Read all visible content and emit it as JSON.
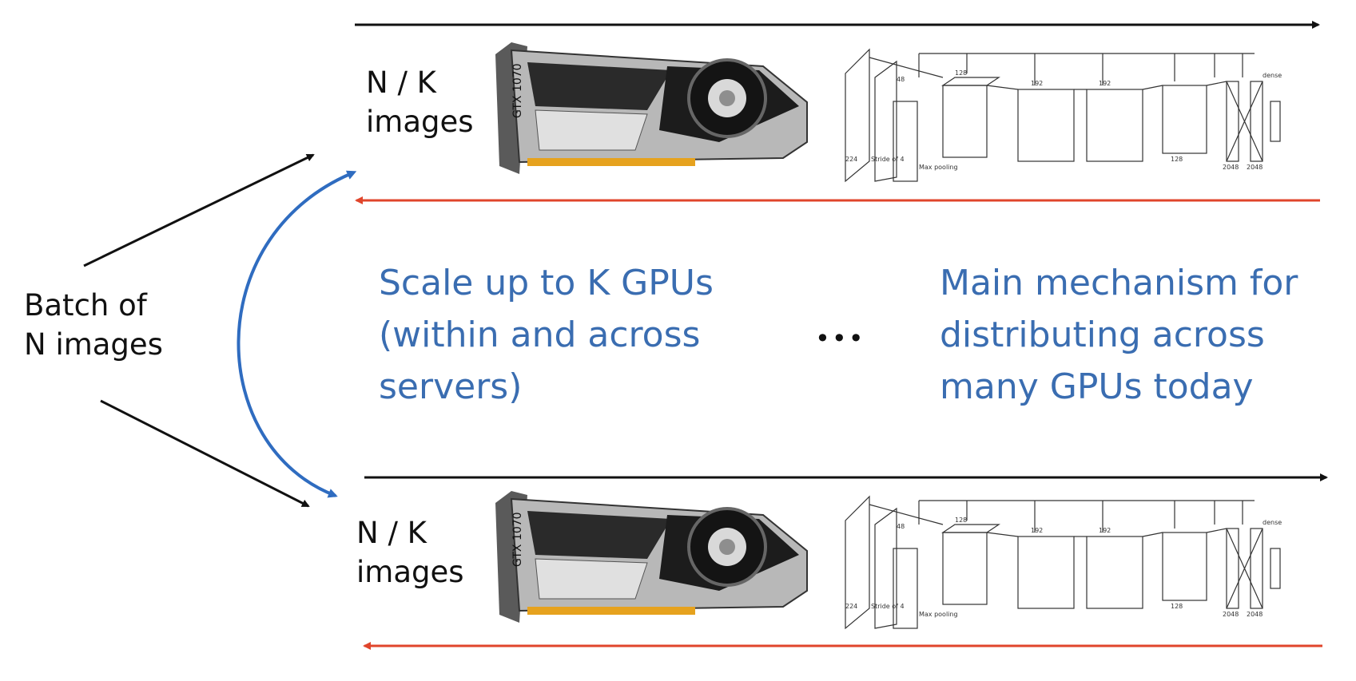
{
  "batch_label": [
    "Batch of",
    "N images"
  ],
  "rows": [
    {
      "label": [
        "N / K",
        "images"
      ],
      "gpu_badge": "GTX 1070"
    },
    {
      "label": [
        "N / K",
        "images"
      ],
      "gpu_badge": "GTX 1070"
    }
  ],
  "scale_text": [
    "Scale up to K GPUs",
    "(within and across",
    "servers)"
  ],
  "ellipsis": "•••",
  "mechanism_text": [
    "Main mechanism for",
    "distributing across",
    "many GPUs today"
  ],
  "network": {
    "small_labels": [
      "224",
      "Stride of 4",
      "48",
      "128",
      "Max pooling",
      "192",
      "192",
      "128",
      "2048",
      "2048",
      "dense"
    ],
    "dense_label": "dense"
  },
  "colors": {
    "forward_arrow": "#111111",
    "backward_arrow": "#e0452b",
    "scale_arrow": "#2f6cc0",
    "blue_text": "#3a6db1"
  }
}
